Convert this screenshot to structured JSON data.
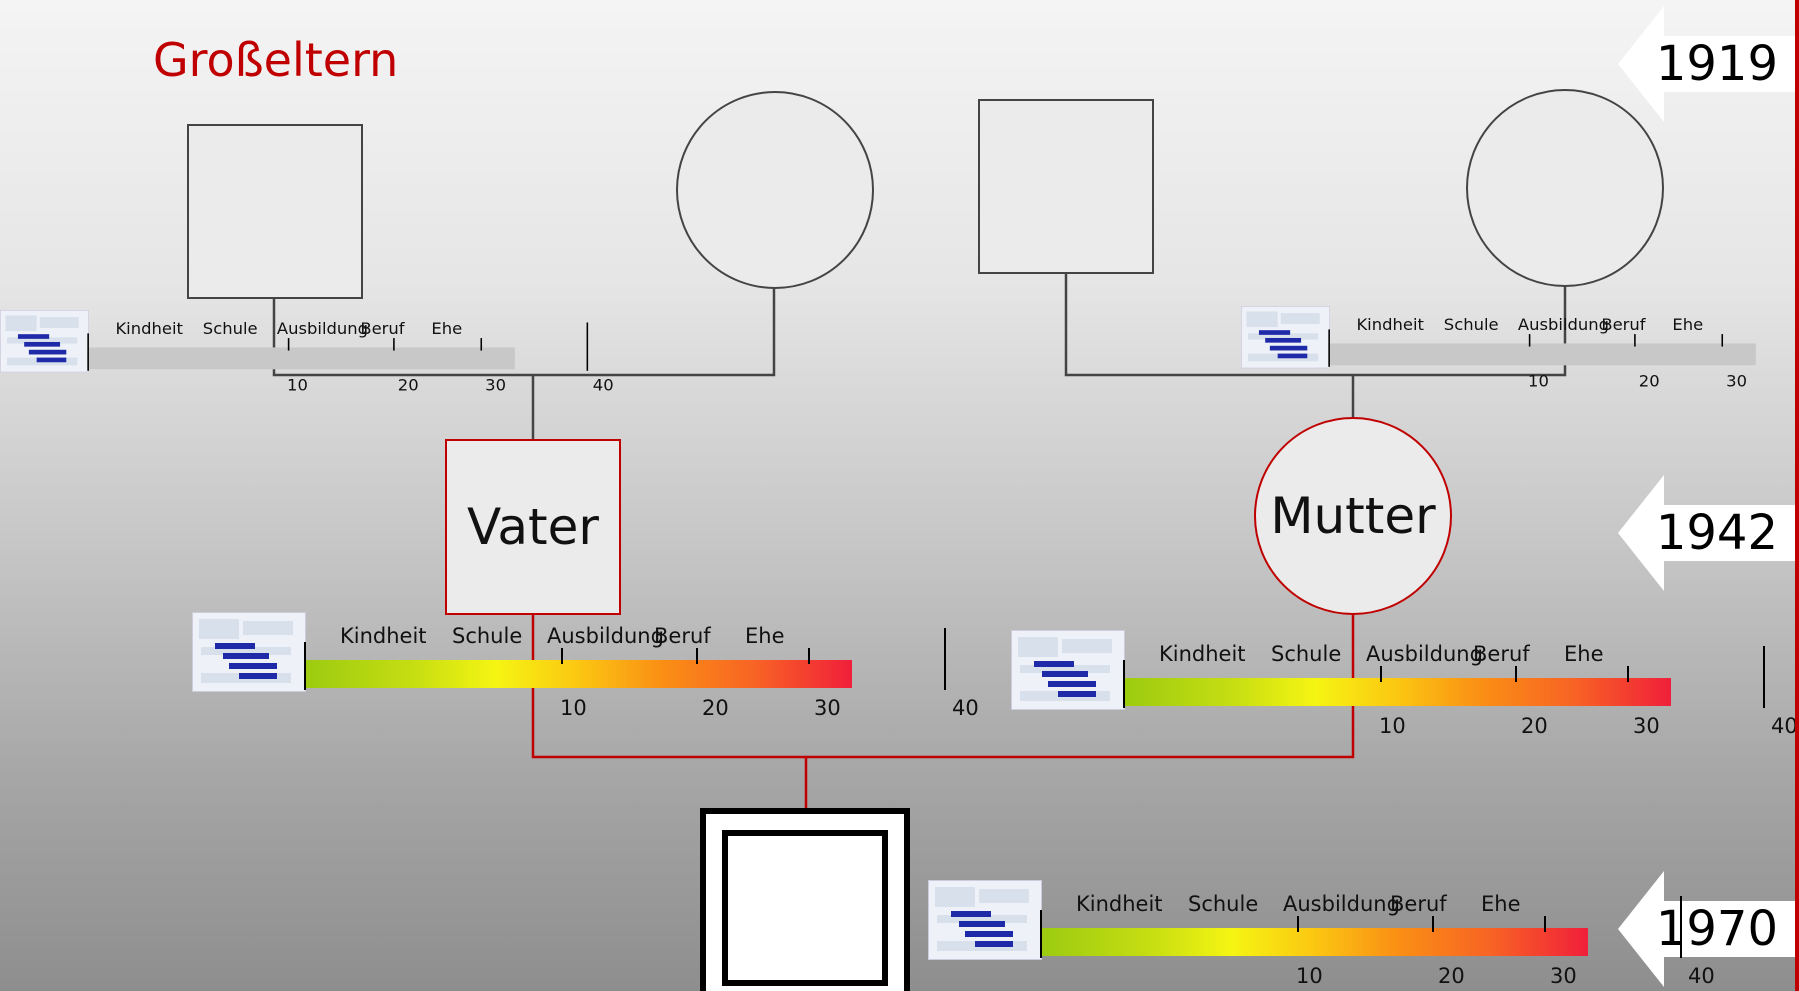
{
  "title": "Großeltern",
  "vater": {
    "label": "Vater"
  },
  "mutter": {
    "label": "Mutter"
  },
  "years": [
    {
      "value": "1919"
    },
    {
      "value": "1942"
    },
    {
      "value": "1970"
    }
  ],
  "timeline": {
    "categories": [
      "Kindheit",
      "Schule",
      "Ausbildung",
      "Beruf",
      "Ehe"
    ],
    "ticks": [
      "10",
      "20",
      "30",
      "40"
    ]
  },
  "colors": {
    "accent": "#c00000",
    "line": "#444444",
    "gradient_start": "#9bcb10",
    "gradient_end": "#f01f3a"
  }
}
